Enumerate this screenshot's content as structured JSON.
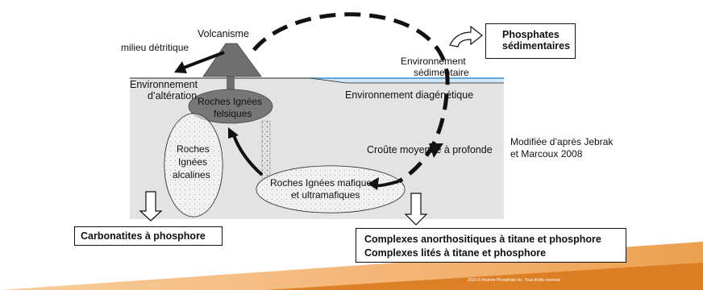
{
  "labels": {
    "volcanisme": "Volcanisme",
    "milieu_detritique": "milieu détritique",
    "env_alteration_1": "Environnement",
    "env_alteration_2": "d’altération",
    "env_sedimentaire_1": "Environnement",
    "env_sedimentaire_2": "sédimentaire",
    "env_diagenetique": "Environnement diagénétique",
    "roches_felsiques_1": "Roches Ignées",
    "roches_felsiques_2": "felsiques",
    "roches_alcalines_1": "Roches",
    "roches_alcalines_2": "Ignées",
    "roches_alcalines_3": "alcalines",
    "roches_mafiques_1": "Roches Ignées mafiques",
    "roches_mafiques_2": "et ultramafiques",
    "croute": "Croûte moyenne à profonde",
    "source_1": "Modifiée d’après Jebrak",
    "source_2": "et Marcoux 2008"
  },
  "boxes": {
    "phosphates_1": "Phosphates",
    "phosphates_2": "sédimentaires",
    "carbonatites": "Carbonatites à phosphore",
    "complexes_1": "Complexes anorthositiques à titane et phosphore",
    "complexes_2": "Complexes lités à titane et phosphore"
  },
  "footer": {
    "credit": "2015 © Arianne Phosphate Inc. Tous droits réservés"
  },
  "colors": {
    "crust_fill": "#e3e3e3",
    "felsic_fill": "#777777",
    "water_line": "#4a9fd8",
    "footer_orange": "#f2a65a",
    "footer_dark": "#d97a1e"
  }
}
